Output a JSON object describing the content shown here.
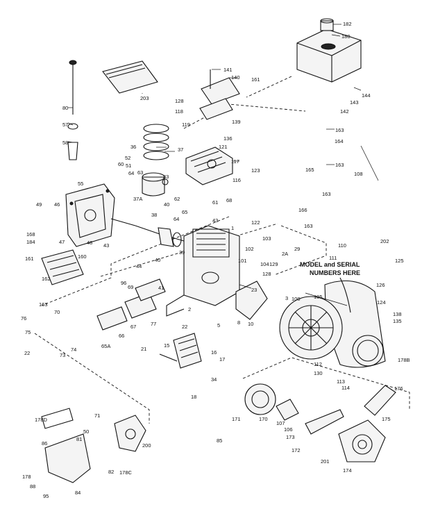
{
  "diagram": {
    "note_line1": "MODEL and SERIAL",
    "note_line2": "NUMBERS HERE",
    "callouts": [
      {
        "id": "c182",
        "text": "182"
      },
      {
        "id": "c180",
        "text": "180"
      },
      {
        "id": "c141",
        "text": "141"
      },
      {
        "id": "c140",
        "text": "140"
      },
      {
        "id": "c161",
        "text": "161"
      },
      {
        "id": "c144",
        "text": "144"
      },
      {
        "id": "c143",
        "text": "143"
      },
      {
        "id": "c142",
        "text": "142"
      },
      {
        "id": "c203",
        "text": "203"
      },
      {
        "id": "c80",
        "text": "80"
      },
      {
        "id": "c57",
        "text": "57"
      },
      {
        "id": "c58",
        "text": "58"
      },
      {
        "id": "c128",
        "text": "128"
      },
      {
        "id": "c118",
        "text": "118"
      },
      {
        "id": "c119",
        "text": "119"
      },
      {
        "id": "c139",
        "text": "139"
      },
      {
        "id": "c136",
        "text": "136"
      },
      {
        "id": "c121",
        "text": "121"
      },
      {
        "id": "c117",
        "text": "117"
      },
      {
        "id": "c163a",
        "text": "163"
      },
      {
        "id": "c164",
        "text": "164"
      },
      {
        "id": "c163b",
        "text": "163"
      },
      {
        "id": "c108",
        "text": "108"
      },
      {
        "id": "c36",
        "text": "36"
      },
      {
        "id": "c37",
        "text": "37"
      },
      {
        "id": "c52",
        "text": "52"
      },
      {
        "id": "c51",
        "text": "51"
      },
      {
        "id": "c60",
        "text": "60"
      },
      {
        "id": "c63",
        "text": "63"
      },
      {
        "id": "c33",
        "text": "33"
      },
      {
        "id": "c64",
        "text": "64"
      },
      {
        "id": "c116",
        "text": "116"
      },
      {
        "id": "c123",
        "text": "123"
      },
      {
        "id": "c165",
        "text": "165"
      },
      {
        "id": "c163c",
        "text": "163"
      },
      {
        "id": "c55",
        "text": "55"
      },
      {
        "id": "c37a",
        "text": "37A"
      },
      {
        "id": "c40",
        "text": "40"
      },
      {
        "id": "c62",
        "text": "62"
      },
      {
        "id": "c61",
        "text": "61"
      },
      {
        "id": "c68",
        "text": "68"
      },
      {
        "id": "c166",
        "text": "166"
      },
      {
        "id": "c49",
        "text": "49"
      },
      {
        "id": "c46",
        "text": "46"
      },
      {
        "id": "c38",
        "text": "38"
      },
      {
        "id": "c65",
        "text": "65"
      },
      {
        "id": "c64b",
        "text": "64"
      },
      {
        "id": "c43b",
        "text": "43"
      },
      {
        "id": "c122",
        "text": "122"
      },
      {
        "id": "c163d",
        "text": "163"
      },
      {
        "id": "c202",
        "text": "202"
      },
      {
        "id": "c168",
        "text": "168"
      },
      {
        "id": "c184",
        "text": "184"
      },
      {
        "id": "c47",
        "text": "47"
      },
      {
        "id": "c48",
        "text": "48"
      },
      {
        "id": "c1",
        "text": "1"
      },
      {
        "id": "c103",
        "text": "103"
      },
      {
        "id": "c110",
        "text": "110"
      },
      {
        "id": "c43",
        "text": "43"
      },
      {
        "id": "c102",
        "text": "102"
      },
      {
        "id": "c29",
        "text": "29"
      },
      {
        "id": "c2a",
        "text": "2A"
      },
      {
        "id": "c161b",
        "text": "161"
      },
      {
        "id": "c160",
        "text": "160"
      },
      {
        "id": "c39",
        "text": "39"
      },
      {
        "id": "c111",
        "text": "111"
      },
      {
        "id": "c125",
        "text": "125"
      },
      {
        "id": "c101",
        "text": "101"
      },
      {
        "id": "c104",
        "text": "104"
      },
      {
        "id": "c129",
        "text": "129"
      },
      {
        "id": "c44",
        "text": "44"
      },
      {
        "id": "c40b",
        "text": "40"
      },
      {
        "id": "c128b",
        "text": "128"
      },
      {
        "id": "c162",
        "text": "162"
      },
      {
        "id": "c41",
        "text": "41"
      },
      {
        "id": "c96",
        "text": "96"
      },
      {
        "id": "c23",
        "text": "23"
      },
      {
        "id": "c126",
        "text": "126"
      },
      {
        "id": "c163e",
        "text": "163"
      },
      {
        "id": "c69",
        "text": "69"
      },
      {
        "id": "c3",
        "text": "3"
      },
      {
        "id": "c100",
        "text": "100"
      },
      {
        "id": "c105",
        "text": "105"
      },
      {
        "id": "c124",
        "text": "124"
      },
      {
        "id": "c70",
        "text": "70"
      },
      {
        "id": "c2",
        "text": "2"
      },
      {
        "id": "c138",
        "text": "138"
      },
      {
        "id": "c135",
        "text": "135"
      },
      {
        "id": "c76",
        "text": "76"
      },
      {
        "id": "c75",
        "text": "75"
      },
      {
        "id": "c67",
        "text": "67"
      },
      {
        "id": "c77",
        "text": "77"
      },
      {
        "id": "c8",
        "text": "8"
      },
      {
        "id": "c10",
        "text": "10"
      },
      {
        "id": "c5",
        "text": "5"
      },
      {
        "id": "c66",
        "text": "66"
      },
      {
        "id": "c74",
        "text": "74"
      },
      {
        "id": "c65a",
        "text": "65A"
      },
      {
        "id": "c22b",
        "text": "22"
      },
      {
        "id": "c22",
        "text": "22"
      },
      {
        "id": "c73",
        "text": "73"
      },
      {
        "id": "c21",
        "text": "21"
      },
      {
        "id": "c15",
        "text": "15"
      },
      {
        "id": "c16",
        "text": "16"
      },
      {
        "id": "c17",
        "text": "17"
      },
      {
        "id": "c34",
        "text": "34"
      },
      {
        "id": "c178b",
        "text": "178B"
      },
      {
        "id": "c112",
        "text": "112"
      },
      {
        "id": "c130",
        "text": "130"
      },
      {
        "id": "c113",
        "text": "113"
      },
      {
        "id": "c114",
        "text": "114"
      },
      {
        "id": "c18",
        "text": "18"
      },
      {
        "id": "c176",
        "text": "176"
      },
      {
        "id": "c171",
        "text": "171"
      },
      {
        "id": "c170",
        "text": "170"
      },
      {
        "id": "c107",
        "text": "107"
      },
      {
        "id": "c106",
        "text": "106"
      },
      {
        "id": "c175",
        "text": "175"
      },
      {
        "id": "c173",
        "text": "173"
      },
      {
        "id": "c172",
        "text": "172"
      },
      {
        "id": "c71",
        "text": "71"
      },
      {
        "id": "c178d",
        "text": "178D"
      },
      {
        "id": "c50",
        "text": "50"
      },
      {
        "id": "c81",
        "text": "81"
      },
      {
        "id": "c86",
        "text": "86"
      },
      {
        "id": "c200",
        "text": "200"
      },
      {
        "id": "c85",
        "text": "85"
      },
      {
        "id": "c201",
        "text": "201"
      },
      {
        "id": "c174",
        "text": "174"
      },
      {
        "id": "c178",
        "text": "178"
      },
      {
        "id": "c82",
        "text": "82"
      },
      {
        "id": "c178c",
        "text": "178C"
      },
      {
        "id": "c88",
        "text": "88"
      },
      {
        "id": "c84",
        "text": "84"
      },
      {
        "id": "c95",
        "text": "95"
      }
    ]
  }
}
